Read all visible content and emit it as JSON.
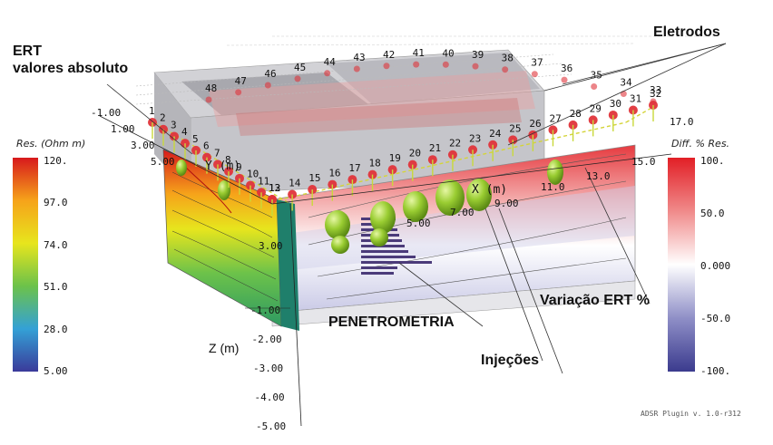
{
  "labels": {
    "ert_line1": "ERT",
    "ert_line2": "valores absoluto",
    "eletrodos": "Eletrodos",
    "penetrometria": "PENETROMETRIA",
    "variacao": "Variação ERT %",
    "injecoes": "Injeções",
    "credit": "ADSR Plugin v. 1.0-r312"
  },
  "axes": {
    "x_label": "X (m)",
    "y_label": "Y (m)",
    "z_label": "Z (m)",
    "z_ticks": [
      "-1.00",
      "-2.00",
      "-3.00",
      "-4.00",
      "-5.00"
    ],
    "y_ticks": [
      "-1.00",
      "1.00",
      "3.00",
      "5.00"
    ],
    "x_ticks": [
      "3.00",
      "5.00",
      "7.00",
      "9.00",
      "11.0",
      "13.0",
      "15.0",
      "17.0"
    ]
  },
  "electrodes": [
    "1",
    "2",
    "3",
    "4",
    "5",
    "6",
    "7",
    "8",
    "9",
    "10",
    "11",
    "12",
    "13",
    "14",
    "15",
    "16",
    "17",
    "18",
    "19",
    "20",
    "21",
    "22",
    "23",
    "24",
    "25",
    "26",
    "27",
    "28",
    "29",
    "30",
    "31",
    "32",
    "33",
    "34",
    "35",
    "36",
    "37",
    "38",
    "39",
    "40",
    "41",
    "42",
    "43",
    "44",
    "45",
    "46",
    "47",
    "48"
  ],
  "scale_left": {
    "title": "Res. (Ohm m)",
    "ticks": [
      "120.",
      "97.0",
      "74.0",
      "51.0",
      "28.0",
      "5.00"
    ],
    "colors": [
      "#d7191c",
      "#f6a31a",
      "#e7e51d",
      "#6cc24a",
      "#34a1d6",
      "#3a3a9a"
    ]
  },
  "scale_right": {
    "title": "Diff. % Res.",
    "ticks": [
      "100.",
      "50.0",
      "0.000",
      "-50.0",
      "-100."
    ],
    "colors": [
      "#e21f26",
      "#f08a8a",
      "#ffffff",
      "#8f8fc7",
      "#3b3b8e"
    ]
  },
  "colors": {
    "electrode": "#e0343a",
    "injection": "#9acd32",
    "block_face": "#c8c8cc",
    "block_top": "#a7a7ad"
  }
}
